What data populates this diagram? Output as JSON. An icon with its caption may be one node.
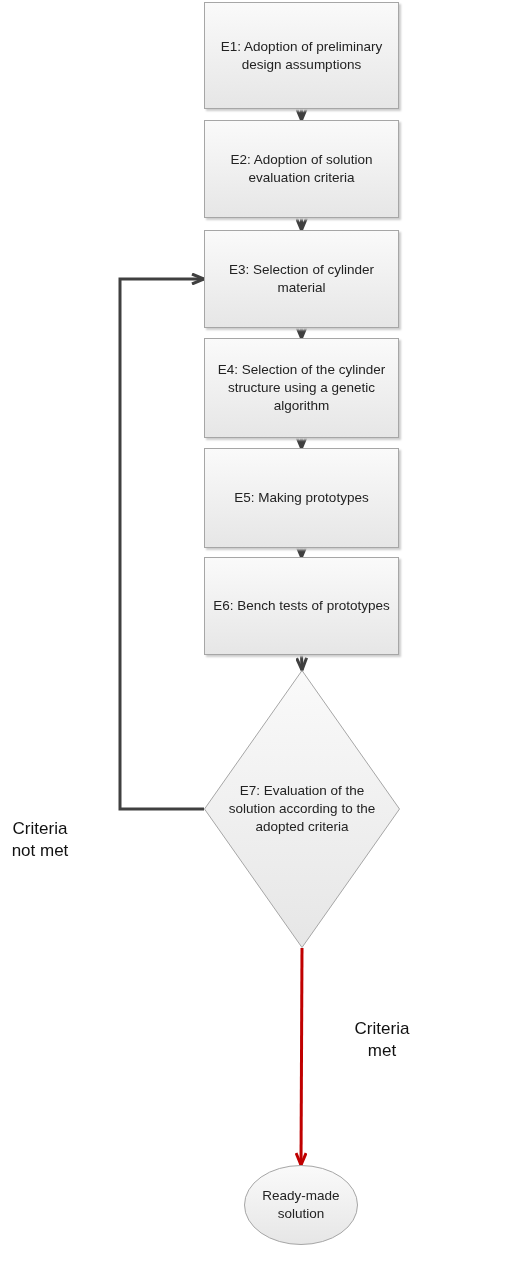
{
  "diagram": {
    "nodes": [
      {
        "text": [
          "E1: Adoption of preliminary design assumptions"
        ]
      },
      {
        "text": [
          "E2: Adoption of solution evaluation criteria"
        ]
      },
      {
        "text": [
          "E3: Selection of cylinder material"
        ]
      },
      {
        "text": [
          "E4: Selection of the cylinder structure using a genetic algorithm"
        ]
      },
      {
        "text": [
          "E5: Making prototypes"
        ]
      },
      {
        "text": [
          "E6: Bench tests of prototypes"
        ]
      },
      {
        "text": [
          "E7: Evaluation of the solution according to the adopted criteria"
        ]
      },
      {
        "text": [
          "Ready-made solution"
        ]
      }
    ],
    "edges": [
      {
        "from": 0,
        "to": 1,
        "arrow": "to"
      },
      {
        "from": 1,
        "to": 2,
        "arrow": "to"
      },
      {
        "from": 2,
        "to": 3,
        "arrow": "to"
      },
      {
        "from": 3,
        "to": 4,
        "arrow": "to"
      },
      {
        "from": 4,
        "to": 5,
        "arrow": "to"
      },
      {
        "from": 5,
        "to": 6,
        "arrow": "to"
      },
      {
        "from": 6,
        "to": 2,
        "arrow": "to",
        "label": "Criteria not met"
      },
      {
        "from": 6,
        "to": 7,
        "arrow": "to",
        "label": "Criteria met",
        "color": "#c00000"
      }
    ]
  }
}
